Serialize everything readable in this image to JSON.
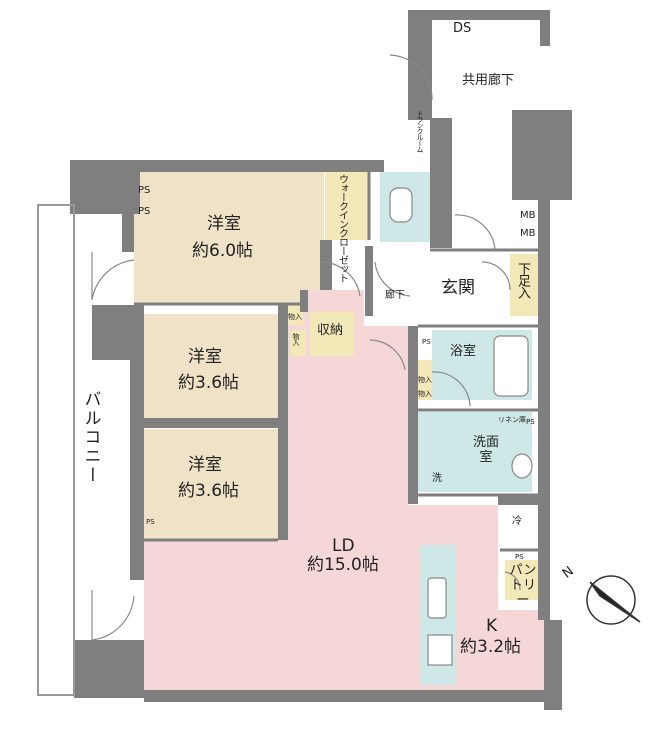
{
  "rooms": {
    "western1": {
      "name": "洋室",
      "size": "約6.0帖"
    },
    "western2": {
      "name": "洋室",
      "size": "約3.6帖"
    },
    "western3": {
      "name": "洋室",
      "size": "約3.6帖"
    },
    "ld": {
      "name": "LD",
      "size": "約15.0帖"
    },
    "k": {
      "name": "K",
      "size": "約3.2帖"
    }
  },
  "labels": {
    "ds": "DS",
    "common_corridor": "共用廊下",
    "trunk_room": "トランクルーム",
    "walk_in_closet": "ウォークインクローゼット",
    "ps": "PS",
    "mb": "MB",
    "entrance": "玄関",
    "shoe_box": "下足入",
    "hallway": "廊下",
    "storage": "収納",
    "closet": "物入",
    "bathroom": "浴室",
    "washroom": "洗面室",
    "linen": "リネン庫",
    "wash": "洗",
    "fridge": "冷",
    "pantry": "パントリー",
    "balcony": "バルコニー",
    "north": "N"
  },
  "colors": {
    "wall": "#7f7f7f",
    "western_room": "#efe2c6",
    "living_dining": "#f5d7d8",
    "wet_area": "#cde8e7",
    "closet": "#f3e8b8",
    "floor_white": "#ffffff"
  }
}
